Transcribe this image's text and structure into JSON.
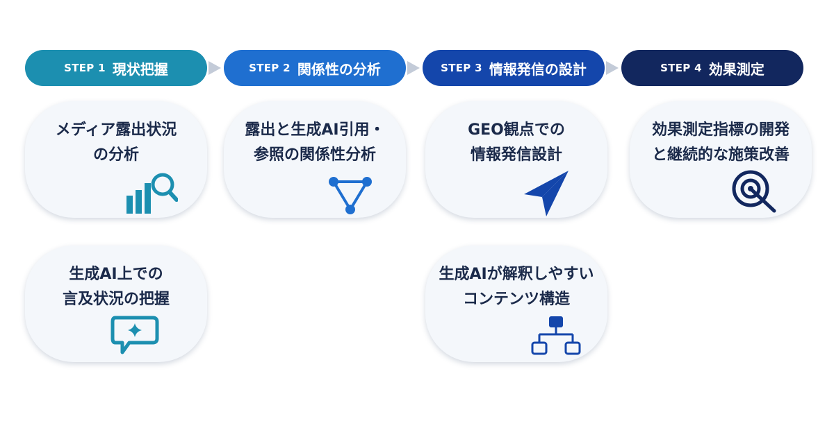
{
  "steps": [
    {
      "step": "STEP 1",
      "title": "現状把握",
      "color": "#1c8fb0"
    },
    {
      "step": "STEP 2",
      "title": "関係性の分析",
      "color": "#1f6fd0"
    },
    {
      "step": "STEP 3",
      "title": "情報発信の設計",
      "color": "#1446ab"
    },
    {
      "step": "STEP 4",
      "title": "効果測定",
      "color": "#12275e"
    }
  ],
  "cards": {
    "c1a": {
      "line1": "メディア露出状況",
      "line2": "の分析",
      "icon": "bar-chart-magnifier-icon"
    },
    "c1b": {
      "line1": "生成AI上での",
      "line2": "言及状況の把握",
      "icon": "sparkle-chat-icon"
    },
    "c2a": {
      "line1": "露出と生成AI引用・",
      "line2": "参照の関係性分析",
      "icon": "network-triangle-icon"
    },
    "c3a": {
      "line1": "GEO観点での",
      "line2": "情報発信設計",
      "icon": "paper-plane-icon"
    },
    "c3b": {
      "line1": "生成AIが解釈しやすい",
      "line2": "コンテンツ構造",
      "icon": "hierarchy-icon"
    },
    "c4a": {
      "line1": "効果測定指標の開発",
      "line2": "と継続的な施策改善",
      "icon": "target-icon"
    }
  }
}
